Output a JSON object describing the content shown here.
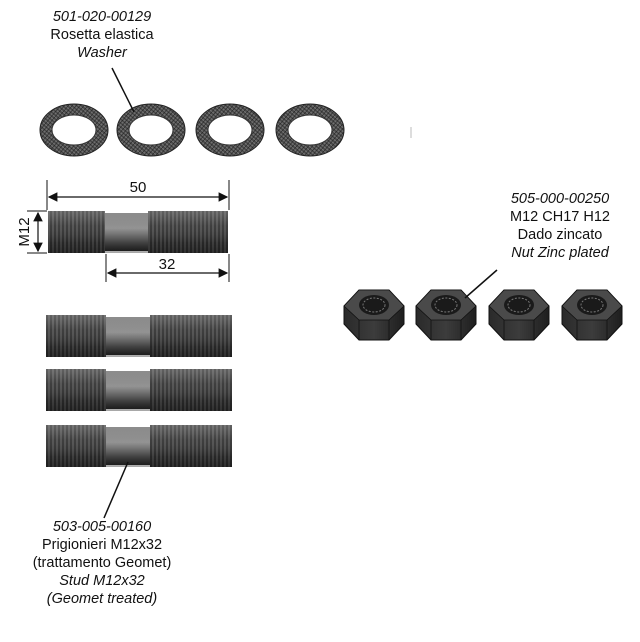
{
  "washer": {
    "code": "501-020-00129",
    "name_it": "Rosetta elastica",
    "name_en": "Washer",
    "quantity": 4
  },
  "nut": {
    "code": "505-000-00250",
    "spec": "M12 CH17 H12",
    "name_it": "Dado zincato",
    "name_en": "Nut Zinc plated",
    "quantity": 4
  },
  "stud": {
    "code": "503-005-00160",
    "name_it": "Prigionieri M12x32",
    "treatment_it": "(trattamento Geomet)",
    "name_en": "Stud M12x32",
    "treatment_en": "(Geomet treated)",
    "quantity": 3
  },
  "dimensions": {
    "total_length": "50",
    "thread_length": "32",
    "diameter": "M12"
  }
}
